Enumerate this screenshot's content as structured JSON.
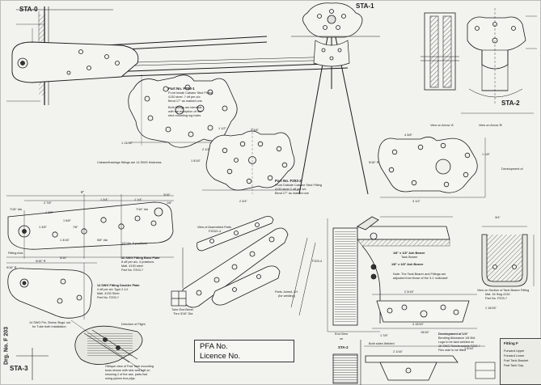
{
  "stations": {
    "sta0": "STA-0",
    "sta1": "STA-1",
    "sta2_top": "STA-2",
    "sta2_end": "STA-2",
    "sta3": "STA-3"
  },
  "parts": {
    "p1": {
      "number": "Part No. F203-1",
      "desc1": "Front Inside Cabane Strut Fitting",
      "desc2": "4130 steel .? off per a/c",
      "desc3": "Bend 17° as marked one"
    },
    "p1_note1": "Both fittings are identical",
    "p1_note2": "with the exception of the",
    "p1_note3": "strut mounting lug holes",
    "p2": {
      "number": "Part No. F203-2",
      "desc1": "Front Outside Cabane Strut Fitting",
      "desc2": "4130 steel 2 off per a/c",
      "desc3": "Bend 17° as marked one"
    },
    "fuse_note": "Cabane/fuselage fittings are 14 SWG thickness",
    "fitting_axis": "Fitting Axis",
    "boss_plate1": "16 SWG Fitting Boss Plate",
    "boss_plate2": "8 off per a/c, 4 positions",
    "boss_plate3": "Matl. 4130 steel",
    "boss_plate4": "Part No. F203-?",
    "doubler1": "14 SWG Fitting Doubler Plate",
    "doubler2": "4 off per a/c Type 2-14",
    "doubler3": "Matl. 4130 Steel",
    "doubler4": "Part No. F203-?",
    "assembled1": "View of Assembled Parts",
    "assembled2": "F203/1-4",
    "parts_joined": "Parts Joined, LH",
    "parts_joined2": "(for welding)",
    "ends_note": "14 SWG Pin, Stress 'Bugs' out",
    "ends_note2": "for Tube both Installation",
    "direction": "Direction of Flight",
    "oblique1": "Oblique view of Fwd Tank mounting",
    "oblique2": "boss shown with skin and trail on",
    "oblique3": "showing 2 of the ass. parts fwd",
    "oblique4": "using pylons bus pfgs. "
  },
  "views": {
    "arrow_a": "View on Arrow 'A'",
    "arrow_b": "View on Arrow 'B'",
    "development": "Development of",
    "end_view": "End View",
    "end_view_on": "on",
    "section_tank": "View on Section of Tank Bearer Fitting",
    "section_tank2": "Mat. 16 Swg 4130",
    "section_tank3": "Part No. F203-?",
    "ash_bearer": "1/8\" x 1/8\" Ash Bearer",
    "tank_bearer": "Tank Bearer",
    "ash_bearer2": "1/8\" x 1/8\" Ash Bearer",
    "note_tank1": "Note: The Tank Bearer and Fittings are",
    "note_tank2": "adjusted from those of the 3-1 'outboard'",
    "development2": "Development of 1/4\"",
    "development3": "Bending Allowance 1/8 B/A",
    "development4": "Lugs to be tack welded on",
    "development5": "16 SWG Rein/brackets F203-?",
    "development6": "Flex side to be fitted",
    "weld_note": "Both sides Welded",
    "fitting_lbl": "Fitting F",
    "fitting_lines": [
      "Forward Upper",
      "Forward Lower",
      "Fuel Tank Bracket",
      "Fwd Tank Sup."
    ],
    "section_f": "F203-4",
    "fitting_angle_1": "Tube End Bevel",
    "fitting_angle_2": "Thru 3/16\" Dia"
  },
  "dims": {
    "d6": "6\"",
    "d2_7_8": "2 7/8\"",
    "d1_3_4": "1 3/4\"",
    "d1_1_4": "1 1/4\"",
    "d3_16": "3/16\"",
    "d1_8": "1/8\"",
    "d7_16": "7/16\" dia",
    "d5_16": "5/16\"",
    "d9_16": "9/16\" R",
    "d1_3_8": "1 3/8\"",
    "d1_3_16": "1 3/16\"",
    "d5_8": "5/8\" dia",
    "d1_5_8": "1 5/8\"",
    "d7_8": "7/8\"",
    "d1_3": "1 3/8\"",
    "d14_positions": "1/4\"dia. 8 positions",
    "d2_1_2": "2 1/2\"",
    "d4_3_8": "4 3/8\"",
    "d3_1_2": "3 1/2\"",
    "d1_1_8": "1 1/8\"",
    "d5_16b": "5/16\" R",
    "d1_1_2": "1 1/2\"",
    "d2_3_4": "2 3/4\"",
    "d1_5_16": "1 5/16\"",
    "d2_3_8": "2 3/8\"",
    "d1_13_16": "1 13/16\"",
    "d3_4": "3/4\"",
    "d2_3_16": "2 3/16\"",
    "d1_7_8": "1 7/8\"",
    "d1_15_16": "1 15/16\"",
    "d15_16": "15/16\"",
    "d2_1_16": "2 1/16\"",
    "d4_15_16": "4 15/16\"",
    "d1_5_16b": "1 5/16\""
  },
  "title_block": {
    "pfa": "PFA No.",
    "licence": "Licence No.",
    "drg_no": "Drg. No. F 203"
  },
  "colors": {
    "paper": "#f2f2ee",
    "ink": "#1b1b1b",
    "hatch": "#2a2a2a"
  }
}
